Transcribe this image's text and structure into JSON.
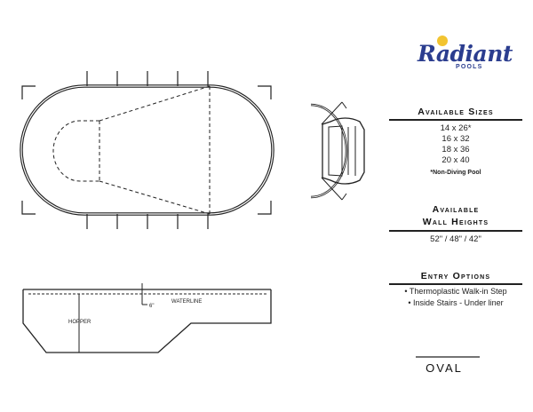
{
  "brand": {
    "name": "Radiant",
    "sub": "POOLS"
  },
  "sizes": {
    "title": "Available Sizes",
    "items": [
      "14 x 26*",
      "16 x 32",
      "18 x 36",
      "20 x 40"
    ],
    "note": "*Non-Diving Pool"
  },
  "walls": {
    "title_line1": "Available",
    "title_line2": "Wall Heights",
    "values": "52\" / 48\" / 42\""
  },
  "entry": {
    "title": "Entry Options",
    "items": [
      "• Thermoplastic Walk-in Step",
      "• Inside Stairs - Under liner"
    ]
  },
  "section": {
    "hopper_label": "HOPPER",
    "waterline_label": "WATERLINE",
    "depth_label": "6\""
  },
  "shape_name": "OVAL",
  "colors": {
    "brand_blue": "#2b3d8f",
    "brand_yellow": "#f2c431",
    "line": "#222222"
  }
}
